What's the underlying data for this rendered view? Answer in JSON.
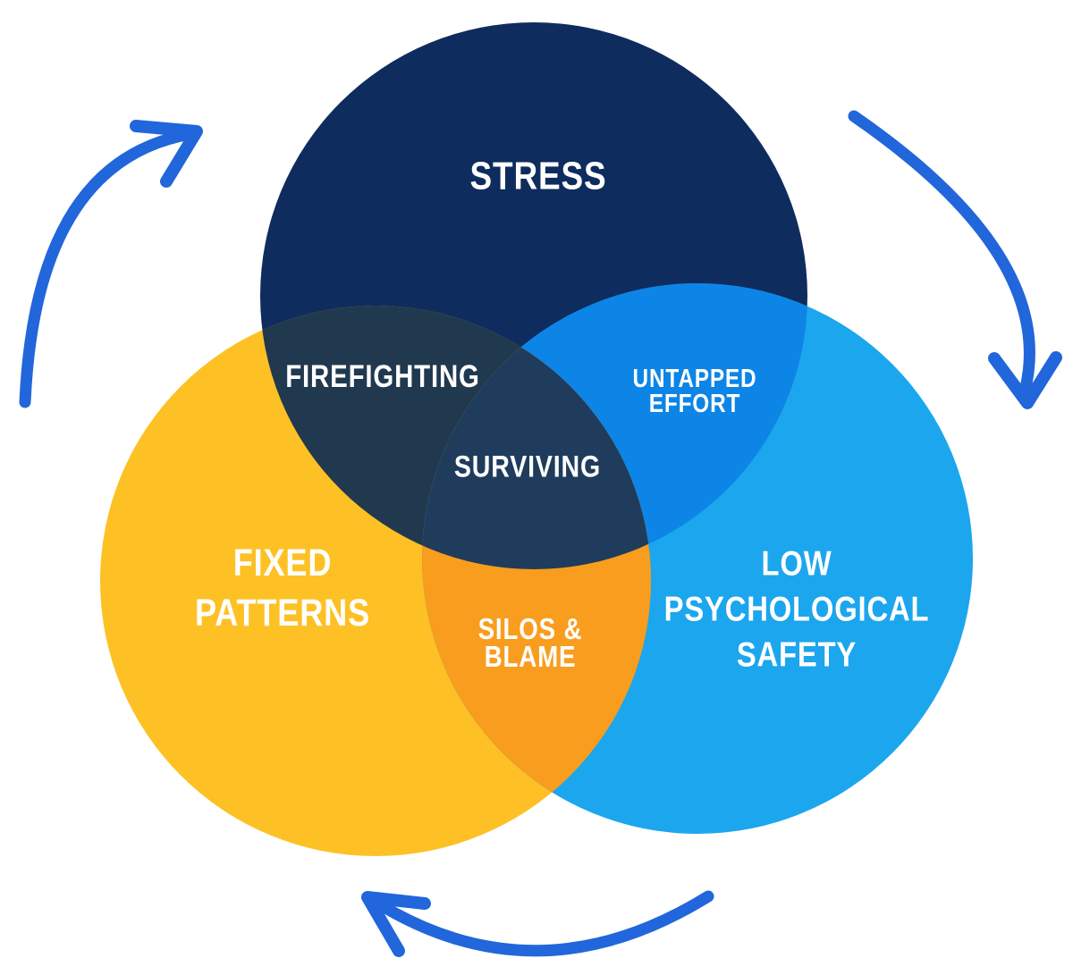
{
  "diagram": {
    "background_color": "#ffffff",
    "arrow_color": "#2166da",
    "text_color": "#ffffff",
    "circles": {
      "stress": {
        "label": "STRESS",
        "color": "#0e2c5e"
      },
      "fixed_patterns": {
        "label": "FIXED\nPATTERNS",
        "color": "#fdc125"
      },
      "low_psychological_safety": {
        "label": "LOW\nPSYCHOLOGICAL\nSAFETY",
        "color": "#1ca6ee"
      }
    },
    "overlaps": {
      "firefighting": {
        "label": "FIREFIGHTING",
        "color": "#21394f"
      },
      "untapped_effort": {
        "label": "UNTAPPED\nEFFORT",
        "color": "#0d85e6"
      },
      "silos_blame": {
        "label": "SILOS &\nBLAME",
        "color": "#f89d1d"
      },
      "surviving": {
        "label": "SURVIVING",
        "color": "#1f3c5c"
      }
    }
  }
}
